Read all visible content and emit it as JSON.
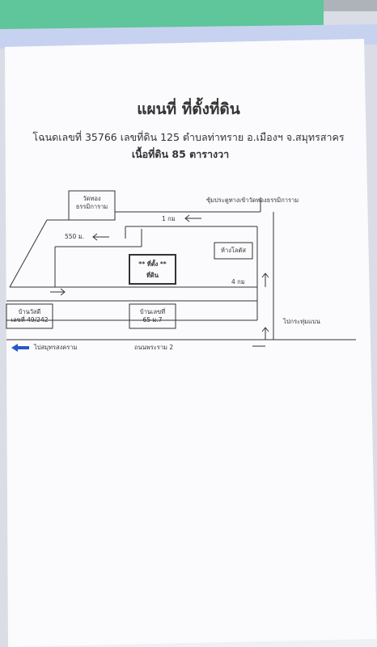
{
  "document": {
    "title": "แผนที่ ที่ตั้งที่ดิน",
    "deed_line": "โฉนดเลขที่ 35766  เลขที่ดิน 125  ตำบลท่าทราย อ.เมืองฯ จ.สมุทรสาคร",
    "area_line": "เนื้อที่ดิน  85 ตารางวา"
  },
  "map": {
    "temple": [
      "วัดทอง",
      "ธรรมิการาม"
    ],
    "gate": "ซุ้มประตูทางเข้าวัดทองธรรมิการาม",
    "dist_1km": "1 กม",
    "dist_550m": "550 ม.",
    "mall": "ห้างโลตัส",
    "site": [
      "** ที่ตั้ง **",
      "ที่ดิน"
    ],
    "dist_4km": "4 กม",
    "house_left": [
      "บ้านวัสดี",
      "เลขที่ 49/242"
    ],
    "house_center": [
      "บ้านเลขที่",
      "65 ม.7"
    ],
    "to_krathum": "ไปกระทุ่มแบน",
    "to_samut": "ไปสมุทรสงคราม",
    "road": "ถนนพระราม 2"
  },
  "colors": {
    "background": "#d9dce4",
    "top_strip": "#5fc59a",
    "paper": "#fbfbfd",
    "line": "#333333",
    "arrow_blue": "#2a57c9"
  }
}
